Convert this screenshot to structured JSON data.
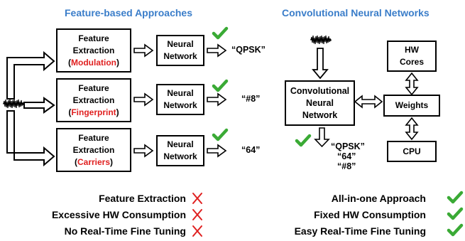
{
  "left": {
    "title": "Feature-based Approaches",
    "rows": [
      {
        "fe_line1": "Feature",
        "fe_line2": "Extraction",
        "paren_open": "(",
        "highlight": "Modulation",
        "paren_close": ")",
        "nn_line1": "Neural",
        "nn_line2": "Network",
        "output": "“QPSK”"
      },
      {
        "fe_line1": "Feature",
        "fe_line2": "Extraction",
        "paren_open": "(",
        "highlight": "Fingerprint",
        "paren_close": ")",
        "nn_line1": "Neural",
        "nn_line2": "Network",
        "output": "“#8”"
      },
      {
        "fe_line1": "Feature",
        "fe_line2": "Extraction",
        "paren_open": "(",
        "highlight": "Carriers",
        "paren_close": ")",
        "nn_line1": "Neural",
        "nn_line2": "Network",
        "output": "“64”"
      }
    ],
    "cons": [
      "Feature Extraction",
      "Excessive HW Consumption",
      "No Real-Time Fine Tuning"
    ]
  },
  "right": {
    "title": "Convolutional Neural Networks",
    "cnn": {
      "line1": "Convolutional",
      "line2": "Neural",
      "line3": "Network"
    },
    "hw": {
      "line1": "HW",
      "line2": "Cores"
    },
    "weights": "Weights",
    "cpu": "CPU",
    "outputs": [
      "“QPSK”",
      "“64”",
      "“#8”"
    ],
    "pros": [
      "All-in-one Approach",
      "Fixed HW Consumption",
      "Easy Real-Time Fine Tuning"
    ]
  },
  "colors": {
    "title": "#3a7dc9",
    "highlight": "#e02020",
    "check": "#3aaa35",
    "cross": "#e02020"
  },
  "icons": [
    "waveform-icon",
    "check-icon",
    "cross-icon",
    "hollow-arrow-icon"
  ]
}
